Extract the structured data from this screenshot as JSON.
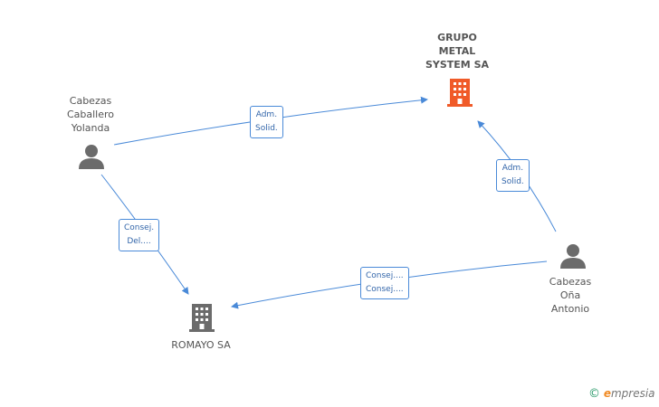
{
  "nodes": {
    "grupo_metal": {
      "label": "GRUPO\nMETAL\nSYSTEM SA",
      "color": "#f05a28"
    },
    "romayo": {
      "label": "ROMAYO SA",
      "color": "#6b6b6b"
    },
    "yolanda": {
      "label": "Cabezas\nCaballero\nYolanda"
    },
    "antonio": {
      "label": "Cabezas\nOña\nAntonio"
    }
  },
  "edges": {
    "yolanda_grupo": "Adm.\nSolid.",
    "antonio_grupo": "Adm.\nSolid.",
    "yolanda_romayo": "Consej.\nDel....",
    "antonio_romayo": "Consej....\nConsej...."
  },
  "brand": {
    "copyright": "©",
    "e": "e",
    "rest": "mpresia"
  },
  "colors": {
    "edge": "#4a8ad8",
    "person": "#6b6b6b"
  }
}
